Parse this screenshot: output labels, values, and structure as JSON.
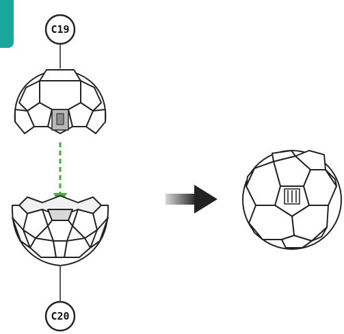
{
  "diagram": {
    "accent_color": "#1aa89c",
    "guide_arrow_color": "#3fae3f",
    "flow_arrow_color": "#222222",
    "parts": [
      {
        "id": "top",
        "label": "C19"
      },
      {
        "id": "bottom",
        "label": "C20"
      }
    ]
  }
}
